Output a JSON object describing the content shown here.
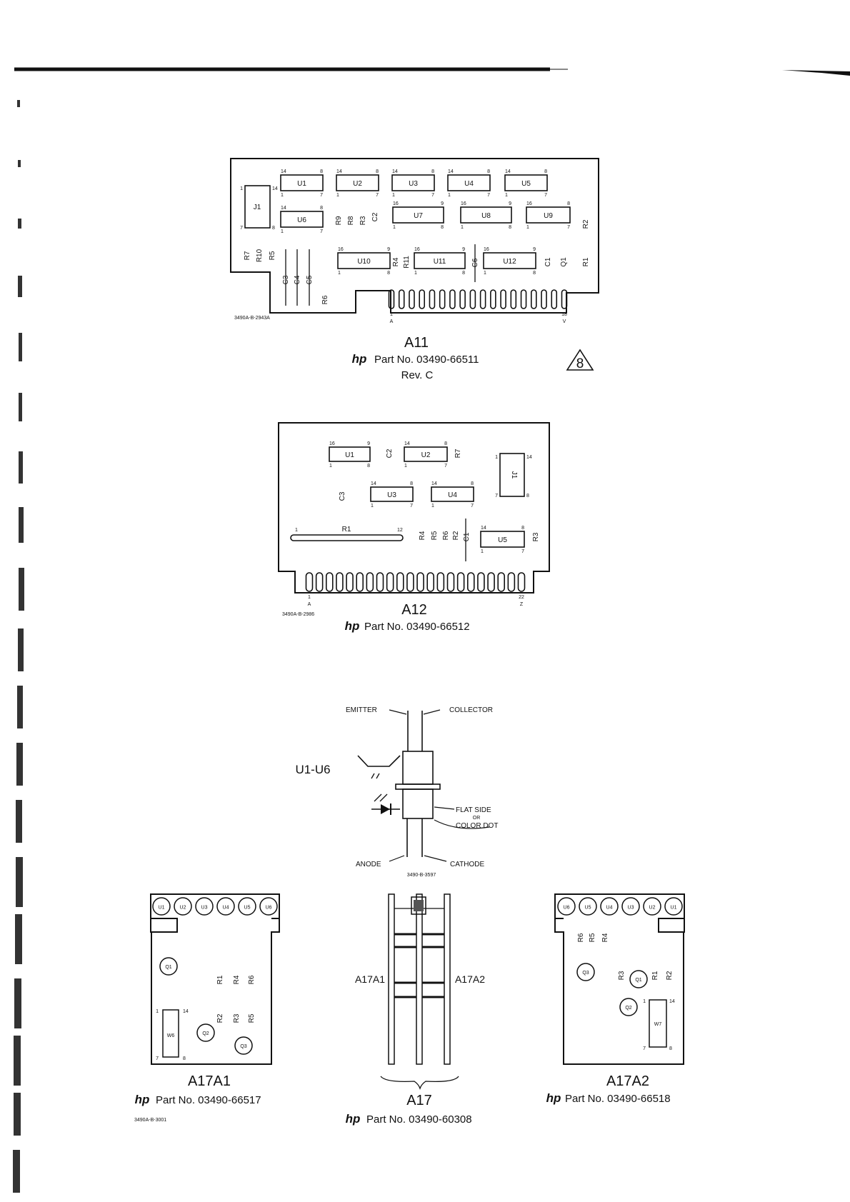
{
  "sheet": {
    "revision_mark": "8"
  },
  "a11": {
    "title": "A11",
    "hp": "hp",
    "part": "Part No. 03490-66511",
    "rev": "Rev. C",
    "drawing_no": "3490A-B-2943A",
    "edge_pin_left": "1",
    "edge_pin_left_letter": "A",
    "edge_pin_right": "18",
    "edge_pin_right_letter": "V",
    "ics_row1": [
      {
        "ref": "U1",
        "tl": "14",
        "tr": "8",
        "bl": "1",
        "br": "7"
      },
      {
        "ref": "U2",
        "tl": "14",
        "tr": "8",
        "bl": "1",
        "br": "7"
      },
      {
        "ref": "U3",
        "tl": "14",
        "tr": "8",
        "bl": "1",
        "br": "7"
      },
      {
        "ref": "U4",
        "tl": "14",
        "tr": "8",
        "bl": "1",
        "br": "7"
      },
      {
        "ref": "U5",
        "tl": "14",
        "tr": "8",
        "bl": "1",
        "br": "7"
      }
    ],
    "ics_row2": [
      {
        "ref": "U6",
        "tl": "14",
        "tr": "8",
        "bl": "1",
        "br": "7"
      },
      {
        "ref": "U7",
        "tl": "16",
        "tr": "9",
        "bl": "1",
        "br": "8"
      },
      {
        "ref": "U8",
        "tl": "16",
        "tr": "9",
        "bl": "1",
        "br": "8"
      },
      {
        "ref": "U9",
        "tl": "16",
        "tr": "8",
        "bl": "1",
        "br": "7"
      }
    ],
    "ics_row3": [
      {
        "ref": "U10",
        "tl": "16",
        "tr": "9",
        "bl": "1",
        "br": "8"
      },
      {
        "ref": "U11",
        "tl": "16",
        "tr": "9",
        "bl": "1",
        "br": "8"
      },
      {
        "ref": "U12",
        "tl": "16",
        "tr": "9",
        "bl": "1",
        "br": "8"
      }
    ],
    "connector": {
      "ref": "J1",
      "tl": "1",
      "tr": "14",
      "bl": "7",
      "br": "8"
    },
    "parts": [
      "R7",
      "R10",
      "R5",
      "C3",
      "C4",
      "C5",
      "R6",
      "R9",
      "R8",
      "R3",
      "C2",
      "R4",
      "R11",
      "C6",
      "C1",
      "Q1",
      "R1",
      "R2"
    ]
  },
  "a12": {
    "title": "A12",
    "hp": "hp",
    "part": "Part No. 03490-66512",
    "drawing_no": "3490A-B-2986",
    "edge_pin_left": "1",
    "edge_pin_left_letter": "A",
    "edge_pin_right": "22",
    "edge_pin_right_letter": "Z",
    "ics": [
      {
        "ref": "U1",
        "tl": "16",
        "tr": "9",
        "bl": "1",
        "br": "8"
      },
      {
        "ref": "U2",
        "tl": "14",
        "tr": "8",
        "bl": "1",
        "br": "7"
      },
      {
        "ref": "U3",
        "tl": "14",
        "tr": "8",
        "bl": "1",
        "br": "7"
      },
      {
        "ref": "U4",
        "tl": "14",
        "tr": "8",
        "bl": "1",
        "br": "7"
      },
      {
        "ref": "U5",
        "tl": "14",
        "tr": "8",
        "bl": "1",
        "br": "7"
      }
    ],
    "connector": {
      "ref": "J1",
      "tl": "1",
      "tr": "14",
      "bl": "7",
      "br": "8"
    },
    "r1": {
      "ref": "R1",
      "left": "1",
      "right": "12"
    },
    "parts": [
      "C2",
      "R7",
      "C3",
      "R4",
      "R5",
      "R6",
      "R2",
      "C1",
      "R3"
    ]
  },
  "optocoupler": {
    "ref": "U1-U6",
    "emitter": "EMITTER",
    "collector": "COLLECTOR",
    "anode": "ANODE",
    "cathode": "CATHODE",
    "flat_side": "FLAT SIDE",
    "or": "OR",
    "color_dot": "COLOR DOT",
    "drawing_no": "3490-B-3597"
  },
  "a17a1": {
    "title": "A17A1",
    "hp": "hp",
    "part": "Part No. 03490-66517",
    "drawing_no": "3490A-B-3001",
    "sockets": [
      "U1",
      "U2",
      "U3",
      "U4",
      "U5",
      "U6"
    ],
    "transistors": [
      "Q1",
      "Q2",
      "Q3"
    ],
    "jumper": {
      "ref": "W6",
      "tl": "1",
      "tr": "14",
      "bl": "7",
      "br": "8"
    },
    "resistors": [
      "R1",
      "R4",
      "R6",
      "R2",
      "R3",
      "R5"
    ]
  },
  "a17": {
    "title": "A17",
    "hp": "hp",
    "part": "Part No. 03490-60308",
    "left_label": "A17A1",
    "right_label": "A17A2"
  },
  "a17a2": {
    "title": "A17A2",
    "hp": "hp",
    "part": "Part No. 03490-66518",
    "sockets": [
      "U6",
      "U5",
      "U4",
      "U3",
      "U2",
      "U1"
    ],
    "transistors": [
      "Q3",
      "Q1",
      "Q2"
    ],
    "jumper": {
      "ref": "W7",
      "tl": "1",
      "tr": "14",
      "bl": "7",
      "br": "8"
    },
    "resistors": [
      "R6",
      "R5",
      "R4",
      "R3",
      "R1",
      "R2"
    ]
  }
}
